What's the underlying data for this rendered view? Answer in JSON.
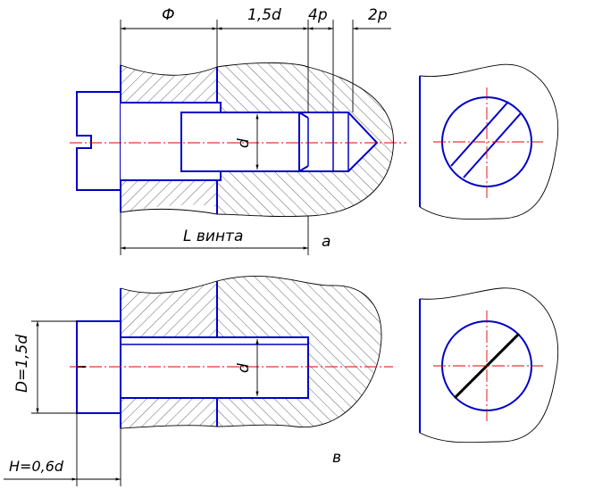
{
  "top_view": {
    "dim_phi": "Ф",
    "dim_15d": "1,5d",
    "dim_4p": "4p",
    "dim_2p": "2p",
    "dim_d": "d",
    "dim_l": "L винта",
    "caption": "а"
  },
  "bottom_view": {
    "dim_D": "D=1,5d",
    "dim_d": "d",
    "dim_H": "H=0,6d",
    "caption": "в"
  },
  "colors": {
    "contour": "#0000c8",
    "axis": "#e00000",
    "thin": "#000000"
  }
}
